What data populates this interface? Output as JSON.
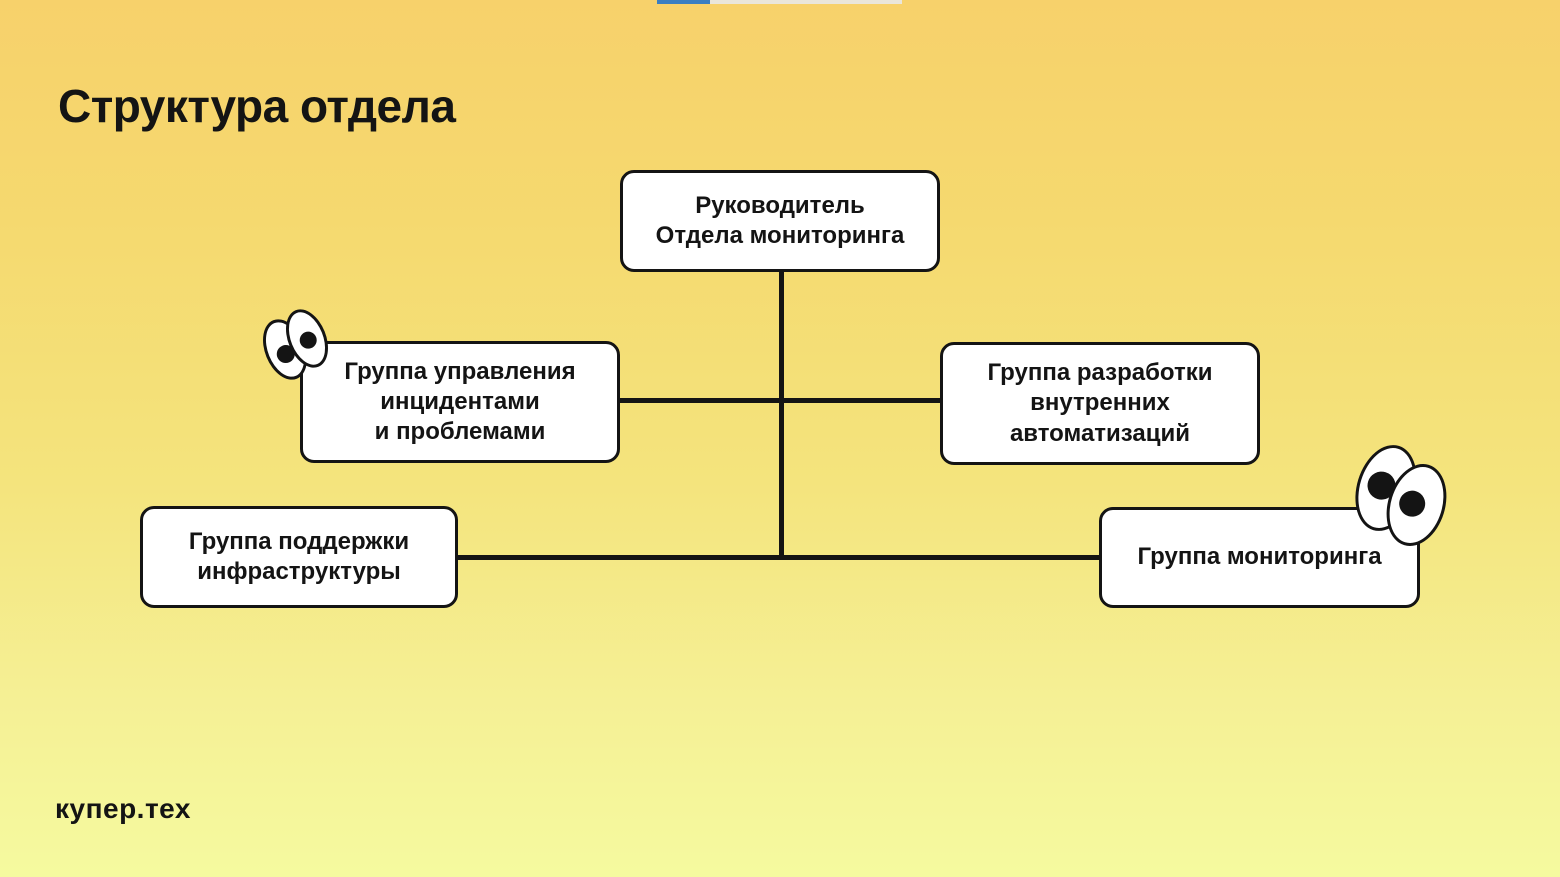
{
  "page": {
    "title": "Структура отдела",
    "logo": "купер.тех",
    "background_top_color": "#F7D16B",
    "background_bottom_color": "#F5FA9F"
  },
  "progress_bar": {
    "fill_color": "#3A7EC2",
    "track_color": "#EAE6DB",
    "fill_percent": 22
  },
  "org_chart": {
    "root": {
      "label": "Руководитель\nОтдела мониторинга"
    },
    "nodes": [
      {
        "id": "incidents",
        "label": "Группа управления\nинцидентами\nи проблемами"
      },
      {
        "id": "automation",
        "label": "Группа разработки\nвнутренних\nавтоматизаций"
      },
      {
        "id": "infrastructure",
        "label": "Группа поддержки\nинфраструктуры"
      },
      {
        "id": "monitoring",
        "label": "Группа мониторинга"
      }
    ],
    "node_background": "#FFFFFF",
    "node_border_color": "#141414",
    "connector_color": "#141414"
  },
  "decorations": {
    "left_eyes": "googly-eyes",
    "right_eyes": "googly-eyes"
  }
}
